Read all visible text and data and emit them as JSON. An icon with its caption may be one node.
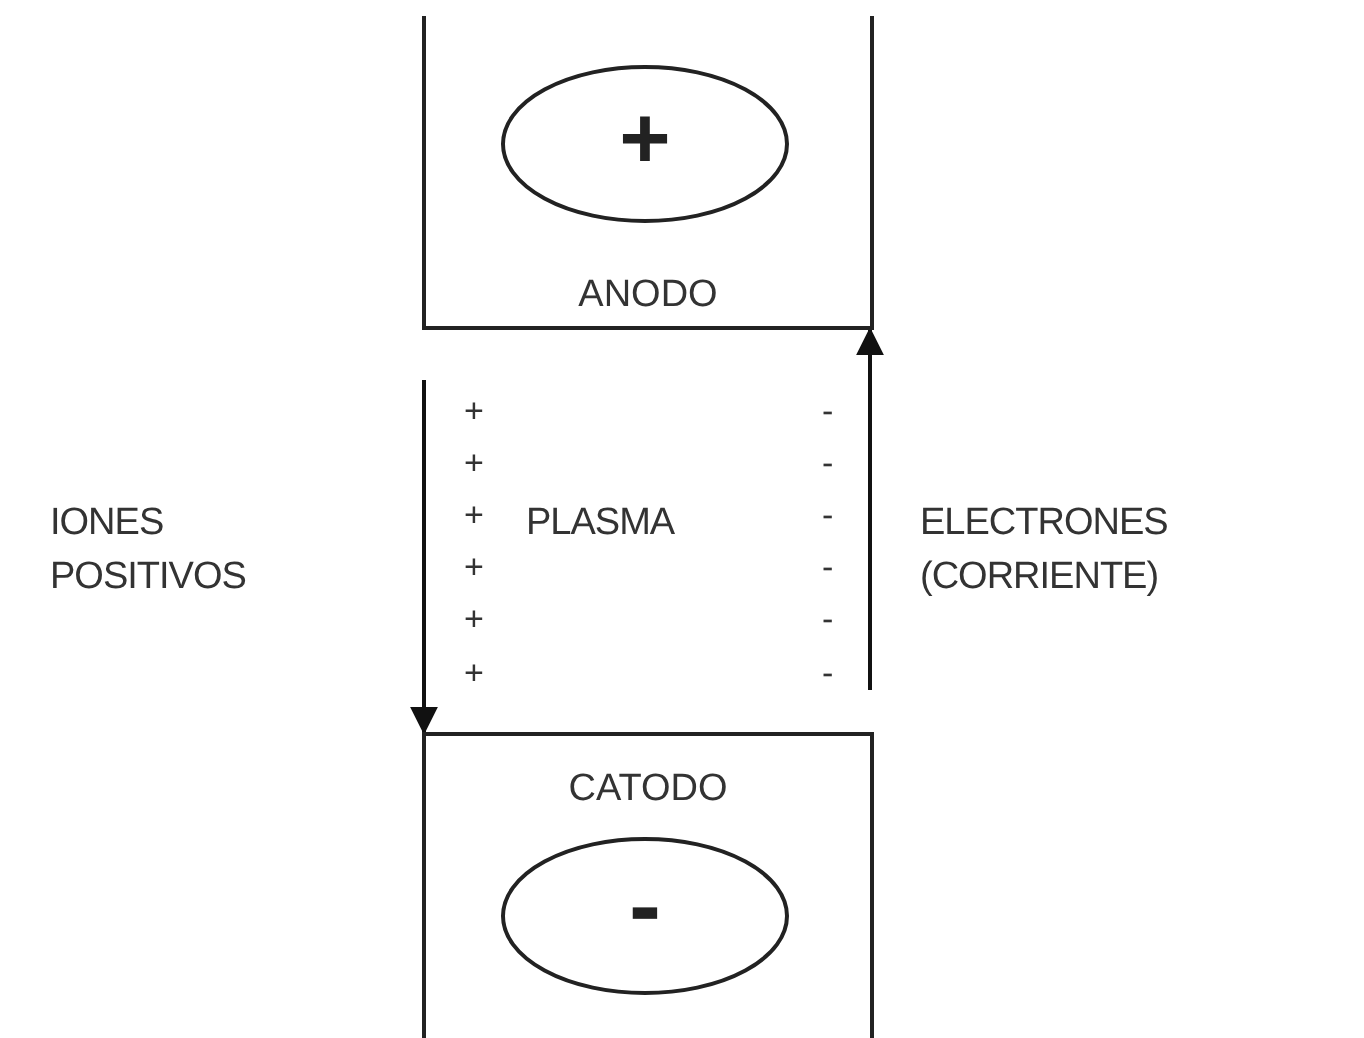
{
  "diagram": {
    "nodes": [
      {
        "text": [
          "ANODO"
        ]
      },
      {
        "text": [
          "+"
        ],
        "in": 0
      },
      {
        "text": [
          "CATODO"
        ]
      },
      {
        "text": [
          "-"
        ],
        "in": 2
      }
    ],
    "edges": [
      {
        "from": null,
        "to": 2,
        "arrow": "to"
      },
      {
        "from": null,
        "to": 0,
        "arrow": "to"
      }
    ],
    "labels": [
      "IONES POSITIVOS",
      "+",
      "+",
      "+",
      "+",
      "+",
      "+",
      "PLASMA",
      "-",
      "-",
      "-",
      "-",
      "-",
      "-",
      "ELECTRONES (CORRIENTE)"
    ]
  }
}
